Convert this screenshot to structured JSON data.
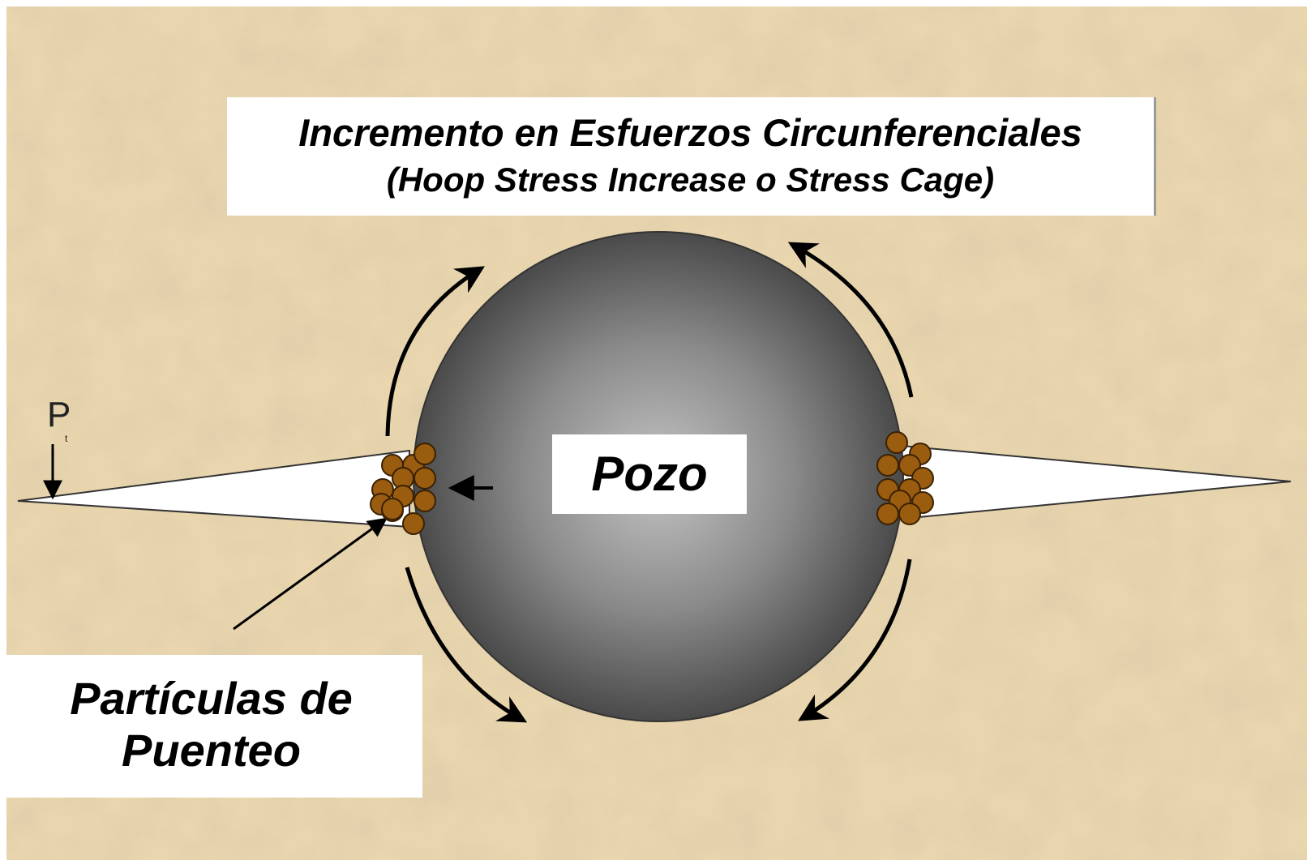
{
  "title": {
    "line1": "Incremento en Esfuerzos Circunferenciales",
    "line2": "(Hoop Stress Increase o Stress Cage)"
  },
  "wellbore_label": "Pozo",
  "bridging_particles_label": {
    "line1": "Partículas de",
    "line2": "Puenteo"
  },
  "pressure_label": {
    "symbol": "P",
    "subscript": "t"
  },
  "colors": {
    "background": "#e9d6ae",
    "wellbore_light": "#c4c4c4",
    "wellbore_dark": "#4a4a4a",
    "particle_fill": "#9a5c0e",
    "particle_outline": "#3a2104",
    "fracture_fill": "#ffffff",
    "arrow": "#000000"
  },
  "icons": [
    "hoop-stress-arrow-icon",
    "pressure-arrow-icon",
    "closure-arrow-icon",
    "pointer-arrow-icon"
  ]
}
